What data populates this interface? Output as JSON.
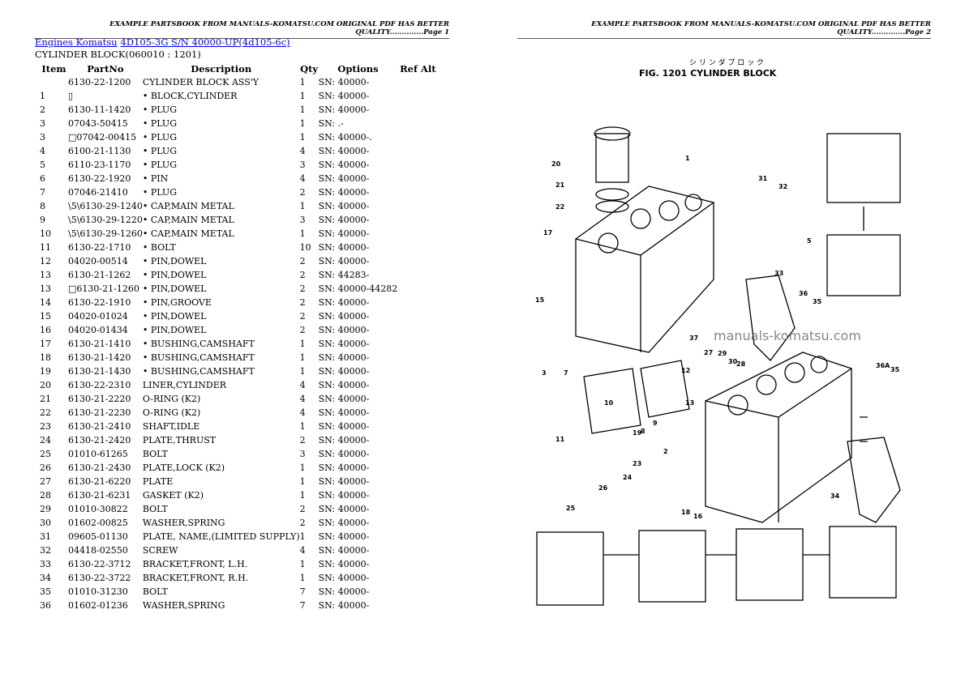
{
  "page1_header": "EXAMPLE PARTSBOOK FROM MANUALS-KOMATSU.COM ORIGINAL PDF HAS BETTER QUALITY..............Page 1",
  "page2_header": "EXAMPLE PARTSBOOK FROM MANUALS-KOMATSU.COM ORIGINAL PDF HAS BETTER QUALITY..............Page 2",
  "breadcrumb": [
    {
      "label": "Engines Komatsu"
    },
    {
      "label": "4D105-3G S/N 40000-UP(4d105-6c)"
    }
  ],
  "section_title": "CYLINDER BLOCK(060010 : 1201)",
  "table": {
    "headers": {
      "item": "Item",
      "partno": "PartNo",
      "description": "Description",
      "qty": "Qty",
      "options": "Options",
      "refalt": "Ref Alt"
    },
    "rows": [
      [
        "",
        "6130-22-1200",
        "CYLINDER BLOCK ASS'Y",
        "1",
        "SN: 40000-"
      ],
      [
        "1",
        "▯",
        "• BLOCK,CYLINDER",
        "1",
        "SN: 40000-"
      ],
      [
        "2",
        "6130-11-1420",
        "• PLUG",
        "1",
        "SN: 40000-"
      ],
      [
        "3",
        "07043-50415",
        "• PLUG",
        "1",
        "SN: .-"
      ],
      [
        "3",
        "□07042-00415",
        "• PLUG",
        "1",
        "SN: 40000-."
      ],
      [
        "4",
        "6100-21-1130",
        "• PLUG",
        "4",
        "SN: 40000-"
      ],
      [
        "5",
        "6110-23-1170",
        "• PLUG",
        "3",
        "SN: 40000-"
      ],
      [
        "6",
        "6130-22-1920",
        "• PIN",
        "4",
        "SN: 40000-"
      ],
      [
        "7",
        "07046-21410",
        "• PLUG",
        "2",
        "SN: 40000-"
      ],
      [
        "8",
        "\\5\\6130-29-1240",
        "• CAP,MAIN METAL",
        "1",
        "SN: 40000-"
      ],
      [
        "9",
        "\\5\\6130-29-1220",
        "• CAP,MAIN METAL",
        "3",
        "SN: 40000-"
      ],
      [
        "10",
        "\\5\\6130-29-1260",
        "• CAP,MAIN METAL",
        "1",
        "SN: 40000-"
      ],
      [
        "11",
        "6130-22-1710",
        "• BOLT",
        "10",
        "SN: 40000-"
      ],
      [
        "12",
        "04020-00514",
        "• PIN,DOWEL",
        "2",
        "SN: 40000-"
      ],
      [
        "13",
        "6130-21-1262",
        "• PIN,DOWEL",
        "2",
        "SN: 44283-"
      ],
      [
        "13",
        "□6130-21-1260",
        "• PIN,DOWEL",
        "2",
        "SN: 40000-44282"
      ],
      [
        "14",
        "6130-22-1910",
        "• PIN,GROOVE",
        "2",
        "SN: 40000-"
      ],
      [
        "15",
        "04020-01024",
        "• PIN,DOWEL",
        "2",
        "SN: 40000-"
      ],
      [
        "16",
        "04020-01434",
        "• PIN,DOWEL",
        "2",
        "SN: 40000-"
      ],
      [
        "17",
        "6130-21-1410",
        "• BUSHING,CAMSHAFT",
        "1",
        "SN: 40000-"
      ],
      [
        "18",
        "6130-21-1420",
        "• BUSHING,CAMSHAFT",
        "1",
        "SN: 40000-"
      ],
      [
        "19",
        "6130-21-1430",
        "• BUSHING,CAMSHAFT",
        "1",
        "SN: 40000-"
      ],
      [
        "20",
        "6130-22-2310",
        "LINER,CYLINDER",
        "4",
        "SN: 40000-"
      ],
      [
        "21",
        "6130-21-2220",
        "O-RING (K2)",
        "4",
        "SN: 40000-"
      ],
      [
        "22",
        "6130-21-2230",
        "O-RING (K2)",
        "4",
        "SN: 40000-"
      ],
      [
        "23",
        "6130-21-2410",
        "SHAFT,IDLE",
        "1",
        "SN: 40000-"
      ],
      [
        "24",
        "6130-21-2420",
        "PLATE,THRUST",
        "2",
        "SN: 40000-"
      ],
      [
        "25",
        "01010-61265",
        "BOLT",
        "3",
        "SN: 40000-"
      ],
      [
        "26",
        "6130-21-2430",
        "PLATE,LOCK (K2)",
        "1",
        "SN: 40000-"
      ],
      [
        "27",
        "6130-21-6220",
        "PLATE",
        "1",
        "SN: 40000-"
      ],
      [
        "28",
        "6130-21-6231",
        "GASKET (K2)",
        "1",
        "SN: 40000-"
      ],
      [
        "29",
        "01010-30822",
        "BOLT",
        "2",
        "SN: 40000-"
      ],
      [
        "30",
        "01602-00825",
        "WASHER,SPRING",
        "2",
        "SN: 40000-"
      ],
      [
        "31",
        "09605-01130",
        "PLATE, NAME,(LIMITED SUPPLY)",
        "1",
        "SN: 40000-"
      ],
      [
        "32",
        "04418-02550",
        "SCREW",
        "4",
        "SN: 40000-"
      ],
      [
        "33",
        "6130-22-3712",
        "BRACKET,FRONT, L.H.",
        "1",
        "SN: 40000-"
      ],
      [
        "34",
        "6130-22-3722",
        "BRACKET,FRONT, R.H.",
        "1",
        "SN: 40000-"
      ],
      [
        "35",
        "01010-31230",
        "BOLT",
        "7",
        "SN: 40000-"
      ],
      [
        "36",
        "01602-01236",
        "WASHER,SPRING",
        "7",
        "SN: 40000-"
      ]
    ]
  },
  "diagram": {
    "title_jp": "シ リ ン ダ ブ ロ ッ ク",
    "title": "FIG. 1201  CYLINDER BLOCK",
    "watermark": "manuals-komatsu.com",
    "callouts": [
      "20",
      "21",
      "22",
      "1",
      "31",
      "32",
      "17",
      "5",
      "33",
      "36",
      "35",
      "15",
      "37",
      "27",
      "29",
      "30",
      "28",
      "3",
      "7",
      "8",
      "12",
      "13",
      "10",
      "9",
      "11",
      "19",
      "2",
      "23",
      "24",
      "26",
      "25",
      "18",
      "16",
      "34",
      "36A",
      "35"
    ]
  }
}
